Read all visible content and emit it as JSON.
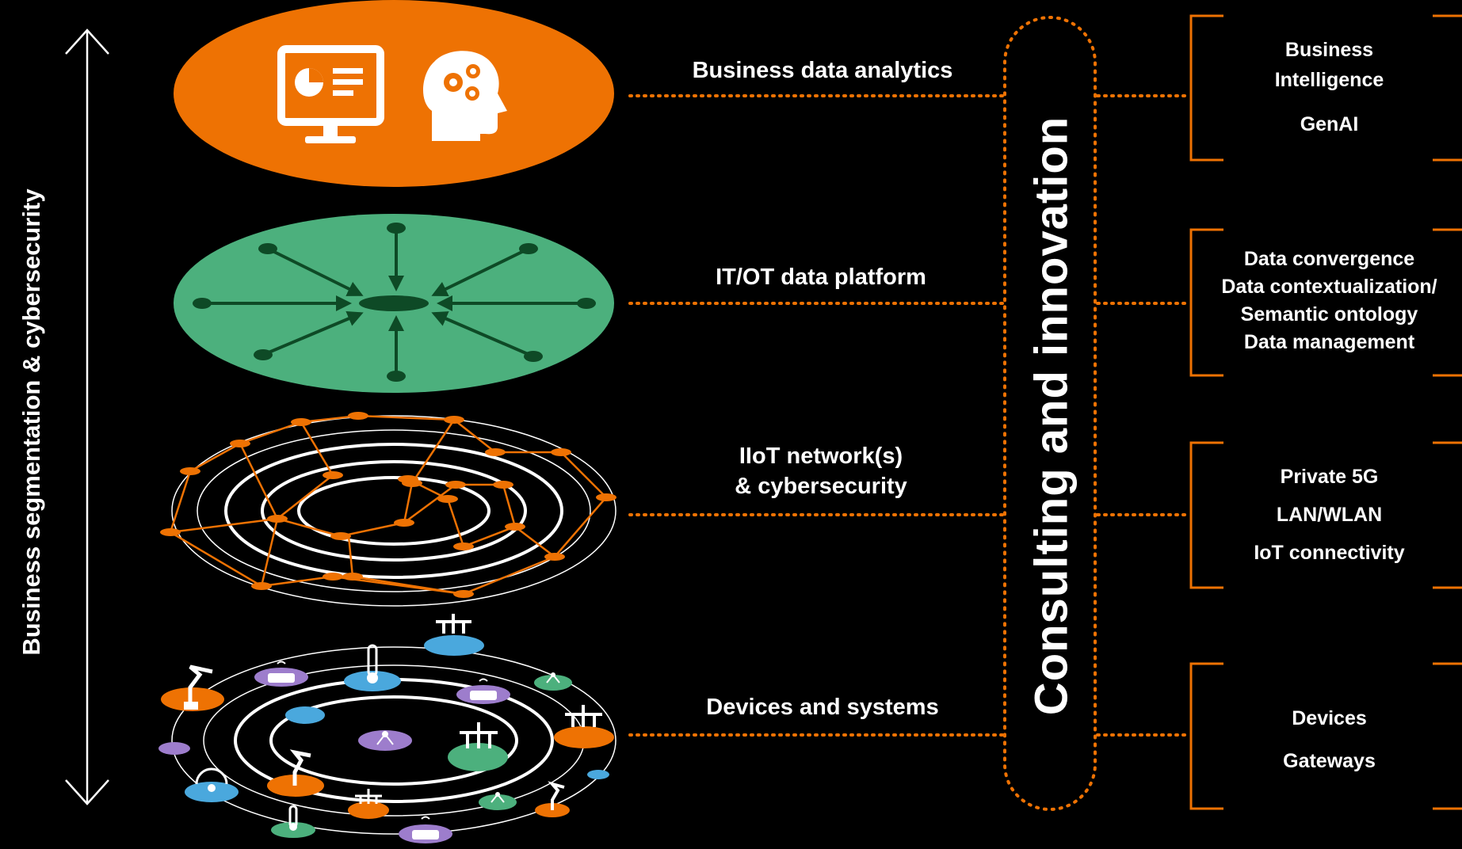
{
  "colors": {
    "background": "#000000",
    "orange": "#EE7203",
    "green": "#4CB07D",
    "dark_green": "#0E4A26",
    "blue": "#4AA8DD",
    "purple": "#9D7DCC",
    "white": "#FFFFFF"
  },
  "axis": {
    "label": "Business segmentation & cybersecurity",
    "icon": "double-headed-vertical-arrow"
  },
  "layers": [
    {
      "id": "analytics",
      "label": "Business data analytics",
      "icons": [
        "monitor-chart-icon",
        "head-gears-icon"
      ]
    },
    {
      "id": "platform",
      "label": "IT/OT data platform",
      "icons": [
        "hub-arrows-icon"
      ]
    },
    {
      "id": "network",
      "label": "IIoT network(s)\n& cybersecurity",
      "icons": [
        "mesh-network-icon"
      ]
    },
    {
      "id": "devices",
      "label": "Devices and systems",
      "icons": [
        "robot-arm-icon",
        "router-icon",
        "thermometer-icon",
        "pipe-valve-icon",
        "gauge-icon",
        "sensor-icon"
      ]
    }
  ],
  "consulting": {
    "label": "Consulting and innovation"
  },
  "services": [
    {
      "id": "analytics",
      "items": [
        "Business",
        "Intelligence",
        "GenAI"
      ]
    },
    {
      "id": "platform",
      "items": [
        "Data convergence",
        "Data contextualization/",
        "Semantic ontology",
        "Data management"
      ]
    },
    {
      "id": "network",
      "items": [
        "Private 5G",
        "LAN/WLAN",
        "IoT connectivity"
      ]
    },
    {
      "id": "devices",
      "items": [
        "Devices",
        "Gateways"
      ]
    }
  ]
}
